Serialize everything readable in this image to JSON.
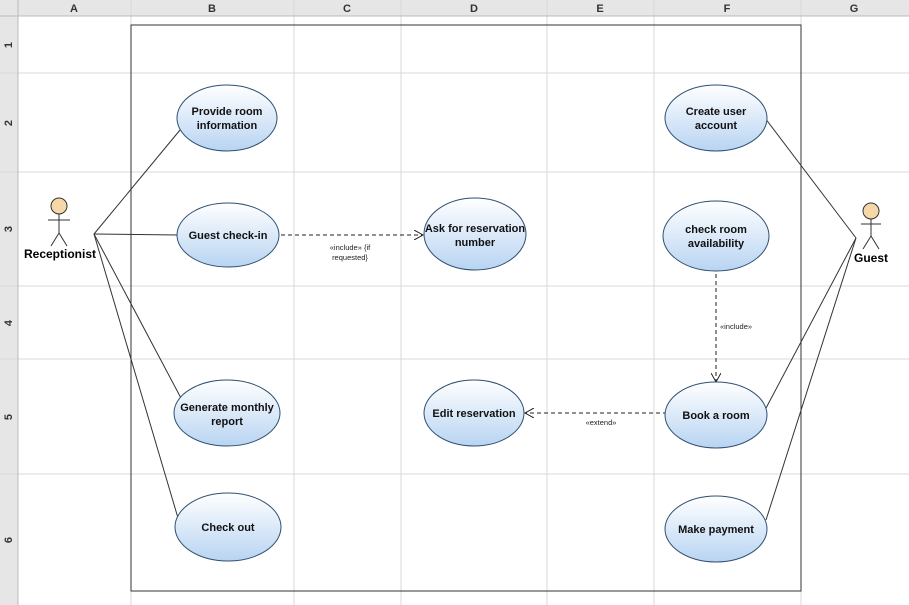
{
  "grid": {
    "columns": [
      "A",
      "B",
      "C",
      "D",
      "E",
      "F",
      "G"
    ],
    "rows": [
      "1",
      "2",
      "3",
      "4",
      "5",
      "6"
    ]
  },
  "actors": {
    "receptionist": "Receptionist",
    "guest": "Guest"
  },
  "use_cases": {
    "provide_room_info": [
      "Provide room",
      "information"
    ],
    "guest_checkin": [
      "Guest check-in"
    ],
    "generate_report": [
      "Generate monthly",
      "report"
    ],
    "check_out": [
      "Check out"
    ],
    "ask_reservation": [
      "Ask for reservation",
      "number"
    ],
    "edit_reservation": [
      "Edit reservation"
    ],
    "create_account": [
      "Create user",
      "account"
    ],
    "check_availability": [
      "check room",
      "availability"
    ],
    "book_room": [
      "Book a room"
    ],
    "make_payment": [
      "Make payment"
    ]
  },
  "relations": {
    "include_if_requested": [
      "«include» {if",
      "requested}"
    ],
    "include": "«include»",
    "extend": "«extend»"
  },
  "colors": {
    "ellipse_fill_light": "#ffffff",
    "ellipse_fill_dark": "#b8d4f2",
    "ellipse_stroke": "#2f4f6f",
    "grid_line": "#d8d8d8",
    "header_bg": "#e6e6e6",
    "actor_head": "#f6d8a8"
  }
}
